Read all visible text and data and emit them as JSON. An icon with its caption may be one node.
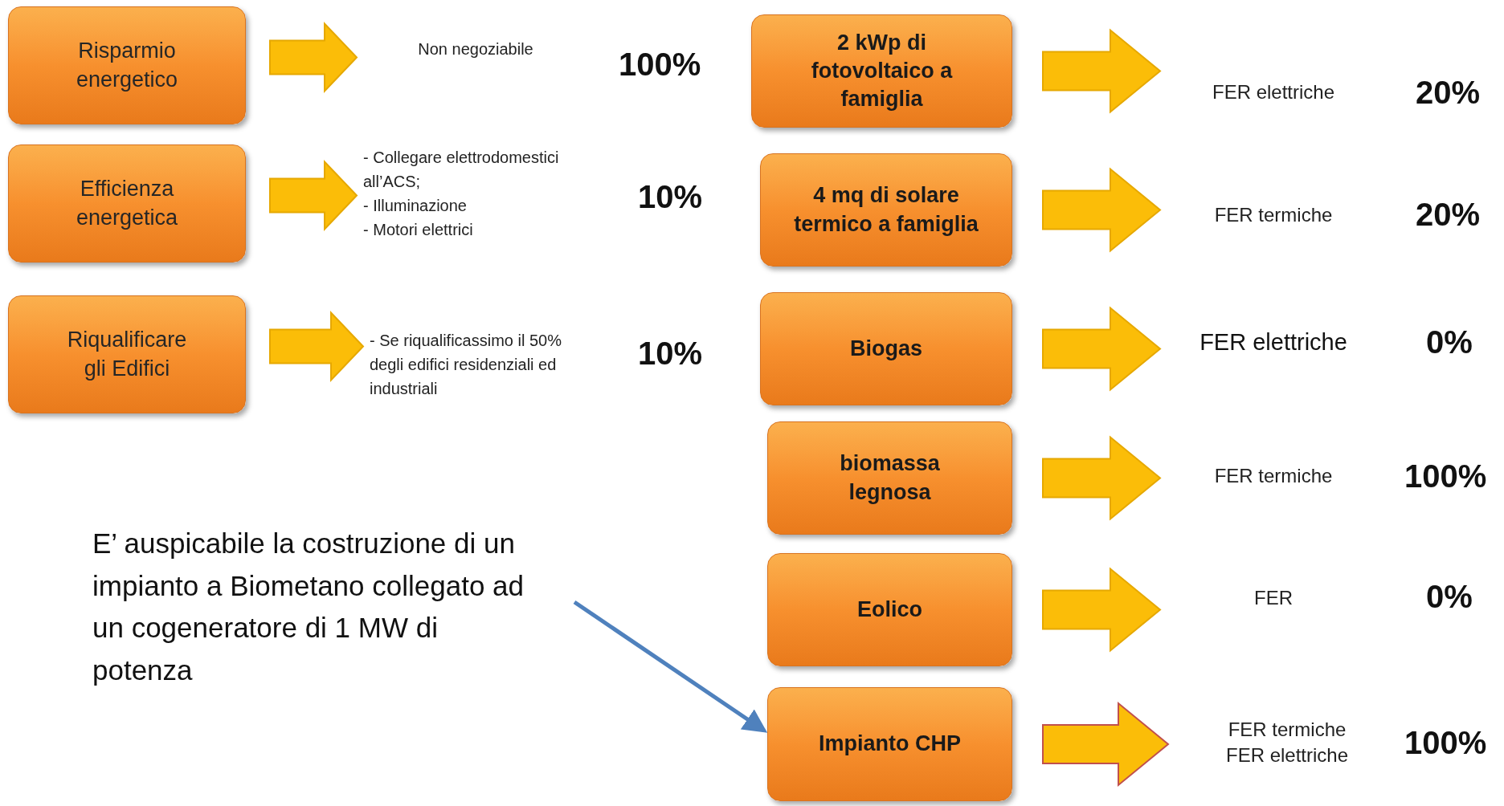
{
  "diagram": {
    "nodes": [
      {
        "text": [
          "Risparmio energetico"
        ]
      },
      {
        "text": [
          "Non negoziabile"
        ]
      },
      {
        "text": [
          "Efficienza energetica"
        ]
      },
      {
        "text": [
          "- Collegare elettrodomestici all’ACS;",
          "- Illuminazione",
          "- Motori elettrici"
        ]
      },
      {
        "text": [
          "Riqualificare gli Edifici"
        ]
      },
      {
        "text": [
          "- Se riqualificassimo il 50% degli edifici residenziali ed industriali"
        ]
      },
      {
        "text": [
          "2 kWp di fotovoltaico a famiglia"
        ]
      },
      {
        "text": [
          "FER elettriche"
        ]
      },
      {
        "text": [
          "4 mq di solare termico a famiglia"
        ]
      },
      {
        "text": [
          "FER termiche"
        ]
      },
      {
        "text": [
          "Biogas"
        ]
      },
      {
        "text": [
          "FER elettriche"
        ]
      },
      {
        "text": [
          "biomassa legnosa"
        ]
      },
      {
        "text": [
          "FER termiche"
        ]
      },
      {
        "text": [
          "Eolico"
        ]
      },
      {
        "text": [
          "FER"
        ]
      },
      {
        "text": [
          "Impianto CHP"
        ]
      },
      {
        "text": [
          "FER termiche",
          "FER elettriche"
        ]
      },
      {
        "text": [
          "E’ auspicabile la costruzione di un impianto a Biometano collegato ad un cogeneratore di 1 MW di potenza"
        ]
      }
    ],
    "edges": [
      {
        "from": 0,
        "to": 1,
        "arrow": "to"
      },
      {
        "from": 2,
        "to": 3,
        "arrow": "to"
      },
      {
        "from": 4,
        "to": 5,
        "arrow": "to"
      },
      {
        "from": 6,
        "to": 7,
        "arrow": "to"
      },
      {
        "from": 8,
        "to": 9,
        "arrow": "to"
      },
      {
        "from": 10,
        "to": 11,
        "arrow": "to"
      },
      {
        "from": 12,
        "to": 13,
        "arrow": "to"
      },
      {
        "from": 14,
        "to": 15,
        "arrow": "to"
      },
      {
        "from": 16,
        "to": 17,
        "arrow": "to",
        "color": "#c0504d"
      },
      {
        "from": 18,
        "to": 16,
        "arrow": "to",
        "color": "#4f81bd"
      }
    ],
    "labels": [
      "100%",
      "20%",
      "10%",
      "20%",
      "10%",
      "0%",
      "100%",
      "0%",
      "100%"
    ]
  }
}
